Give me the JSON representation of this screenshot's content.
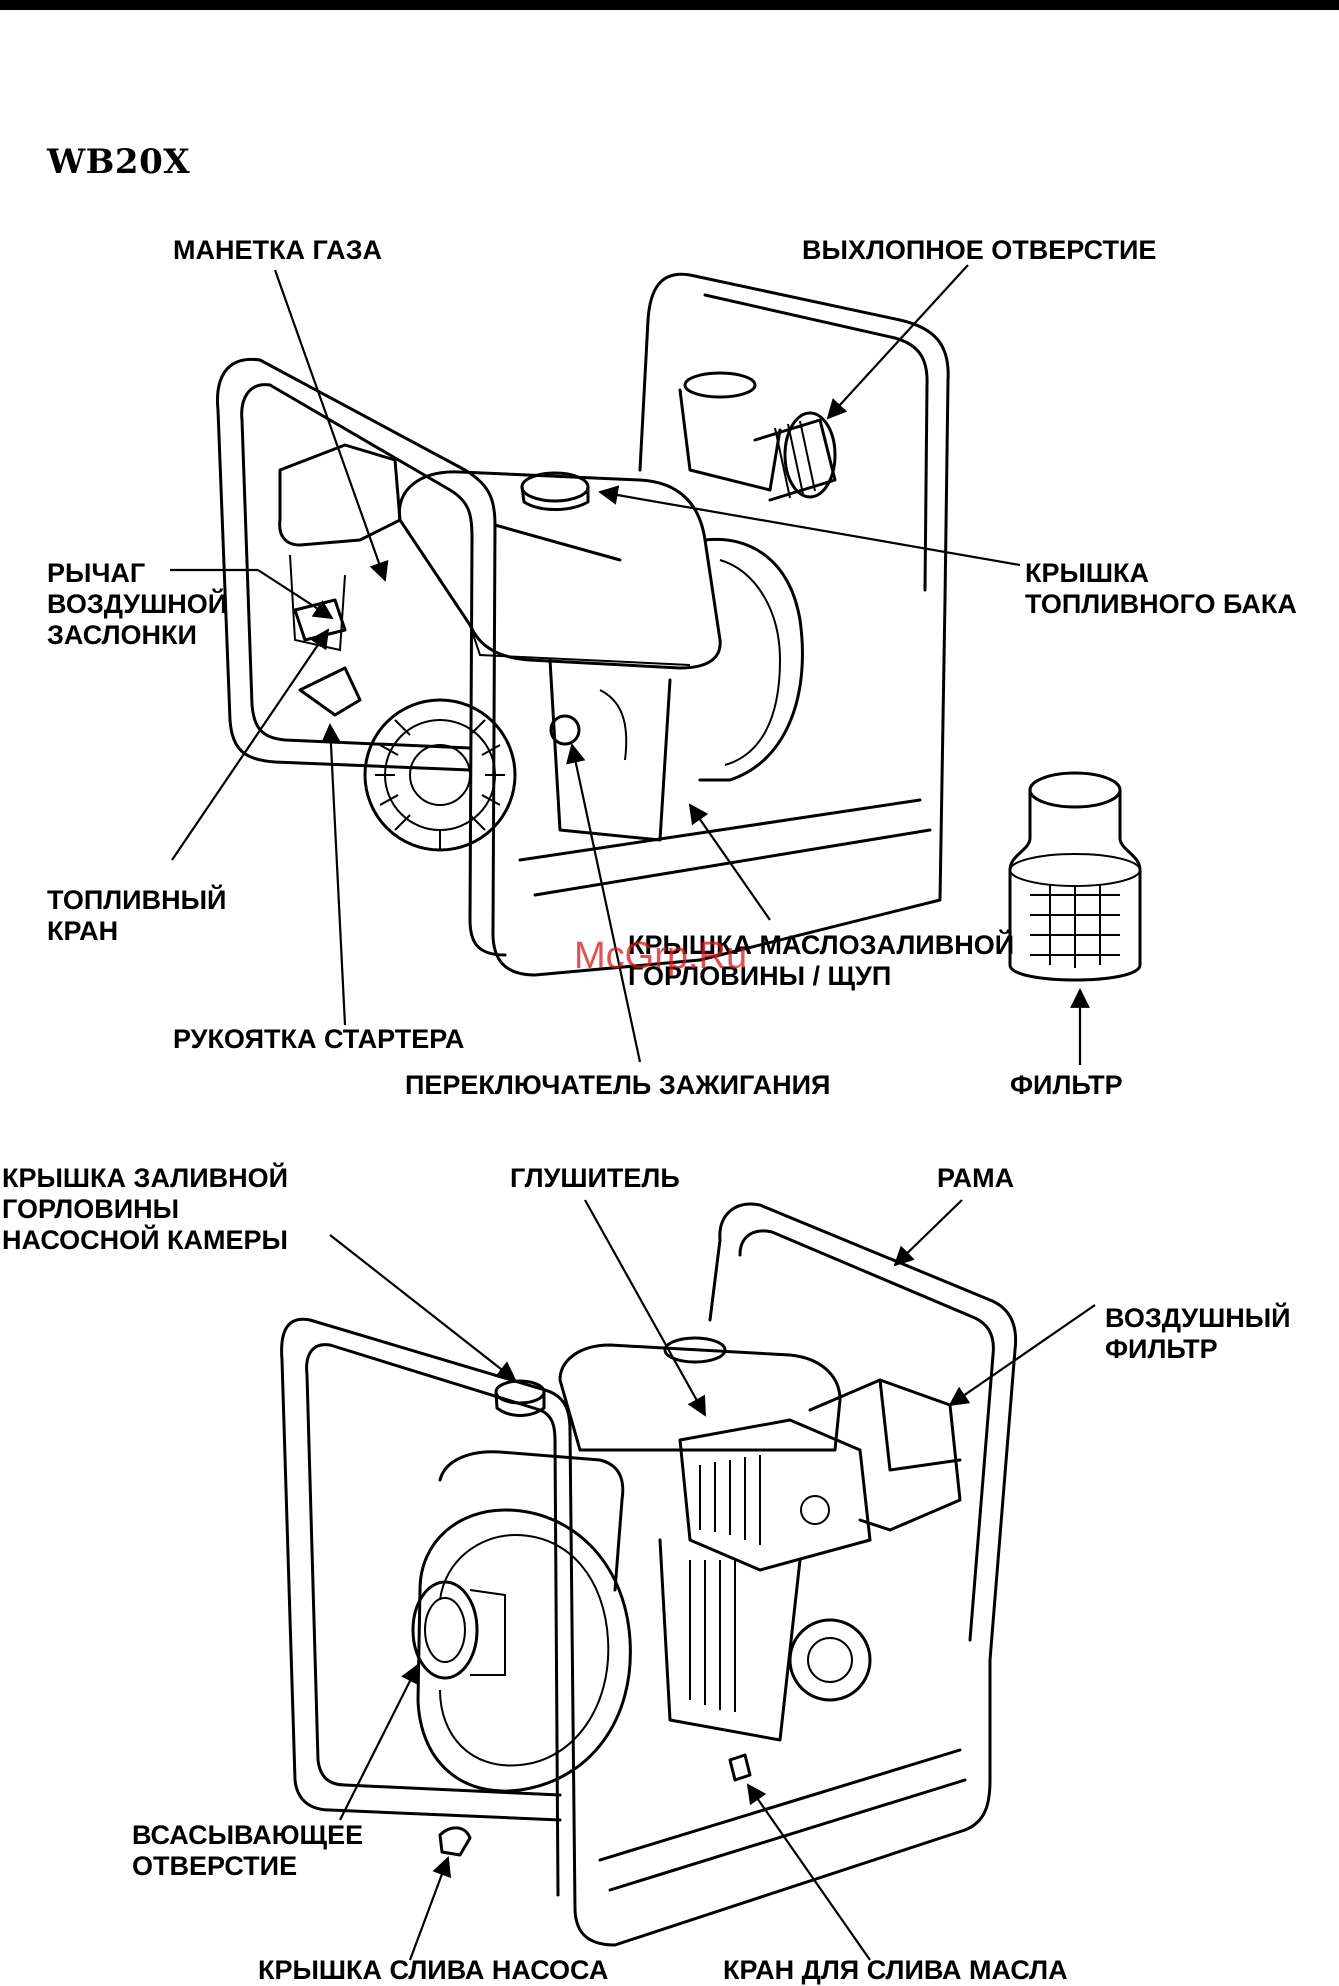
{
  "header": {
    "model": "WB20X"
  },
  "watermark": "McGrp.Ru",
  "top_diagram": {
    "labels": {
      "throttle": "МАНЕТКА ГАЗА",
      "outlet": "ВЫХЛОПНОЕ ОТВЕРСТИЕ",
      "choke": "РЫЧАГ\nВОЗДУШНОЙ\nЗАСЛОНКИ",
      "fuel_cap": "КРЫШКА\nТОПЛИВНОГО БАКА",
      "fuel_valve": "ТОПЛИВНЫЙ\nКРАН",
      "oil_cap": "КРЫШКА МАСЛОЗАЛИВНОЙ\nГОРЛОВИНЫ / ЩУП",
      "starter": "РУКОЯТКА СТАРТЕРА",
      "ignition": "ПЕРЕКЛЮЧАТЕЛЬ ЗАЖИГАНИЯ",
      "strainer": "ФИЛЬТР"
    }
  },
  "bottom_diagram": {
    "labels": {
      "priming_cap": "КРЫШКА ЗАЛИВНОЙ\nГОРЛОВИНЫ\nНАСОСНОЙ КАМЕРЫ",
      "muffler": "ГЛУШИТЕЛЬ",
      "frame": "РАМА",
      "air_cleaner": "ВОЗДУШНЫЙ\nФИЛЬТР",
      "intake": "ВСАСЫВАЮЩЕЕ\nОТВЕРСТИЕ",
      "drain_plug": "КРЫШКА СЛИВА НАСОСА",
      "oil_drain": "КРАН ДЛЯ СЛИВА МАСЛА"
    }
  }
}
